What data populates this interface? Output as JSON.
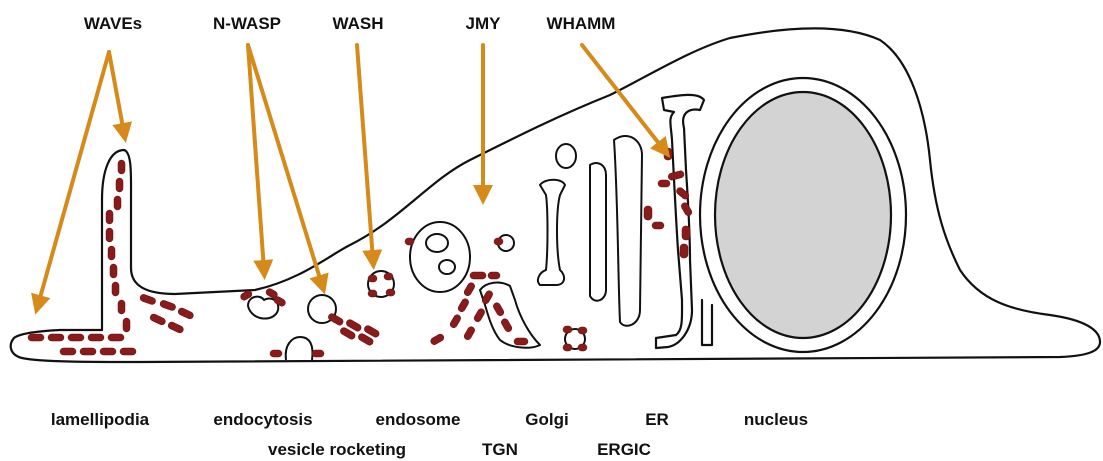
{
  "proteins": [
    "WAVEs",
    "N-WASP",
    "WASH",
    "JMY",
    "WHAMM"
  ],
  "locations_row1": [
    "lamellipodia",
    "endocytosis",
    "endosome",
    "Golgi",
    "ER",
    "nucleus"
  ],
  "locations_row2": [
    "vesicle rocketing",
    "TGN",
    "ERGIC"
  ],
  "colors": {
    "arrow": "#d58a1a",
    "actin": "#8b1a1a",
    "nucleus_fill": "#d3d3d3",
    "outline": "#111111"
  }
}
